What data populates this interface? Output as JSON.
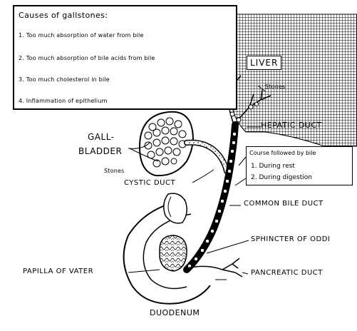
{
  "causes_box": {
    "title": "Causes of gallstones:",
    "items": [
      "1. Too much absorption of water from bile",
      "2. Too much absorption of bile acids from bile",
      "3. Too much cholesterol in bile",
      "4. Inflammation of epithelium"
    ]
  },
  "follow_box": {
    "title": "Course followed by bile",
    "items": [
      "1. During rest",
      "2. During digestion"
    ]
  },
  "labels": {
    "liver": "LIVER",
    "stones_liver": "Stones",
    "hepatic_duct": "HEPATIC DUCT",
    "gallbladder_line1": "GALL-",
    "gallbladder_line2": "BLADDER",
    "stones_gallbladder": "Stones",
    "cystic_duct": "CYSTIC DUCT",
    "common_bile_duct": "COMMON BILE DUCT",
    "sphincter": "SPHINCTER OF ODDI",
    "pancreatic_duct": "PANCREATIC DUCT",
    "papilla": "PAPILLA OF VATER",
    "duodenum": "DUODENUM"
  }
}
